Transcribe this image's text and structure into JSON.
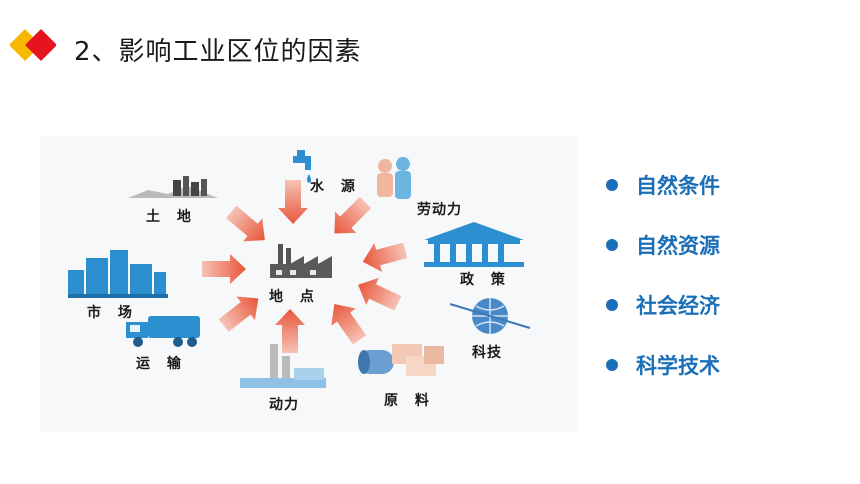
{
  "header": {
    "title": "2、影响工业区位的因素"
  },
  "diagram": {
    "center_label": "地 点",
    "factors": {
      "water": "水 源",
      "labor": "劳动力",
      "land": "土 地",
      "policy": "政 策",
      "market": "市 场",
      "tech": "科技",
      "transport": "运 输",
      "power": "动力",
      "raw": "原 料"
    }
  },
  "bullets": [
    "自然条件",
    "自然资源",
    "社会经济",
    "科学技术"
  ],
  "colors": {
    "accent_blue": "#1b6fb8",
    "arrow_red": "#e8563a",
    "logo_red": "#e6141e",
    "logo_yellow": "#f6b800"
  }
}
